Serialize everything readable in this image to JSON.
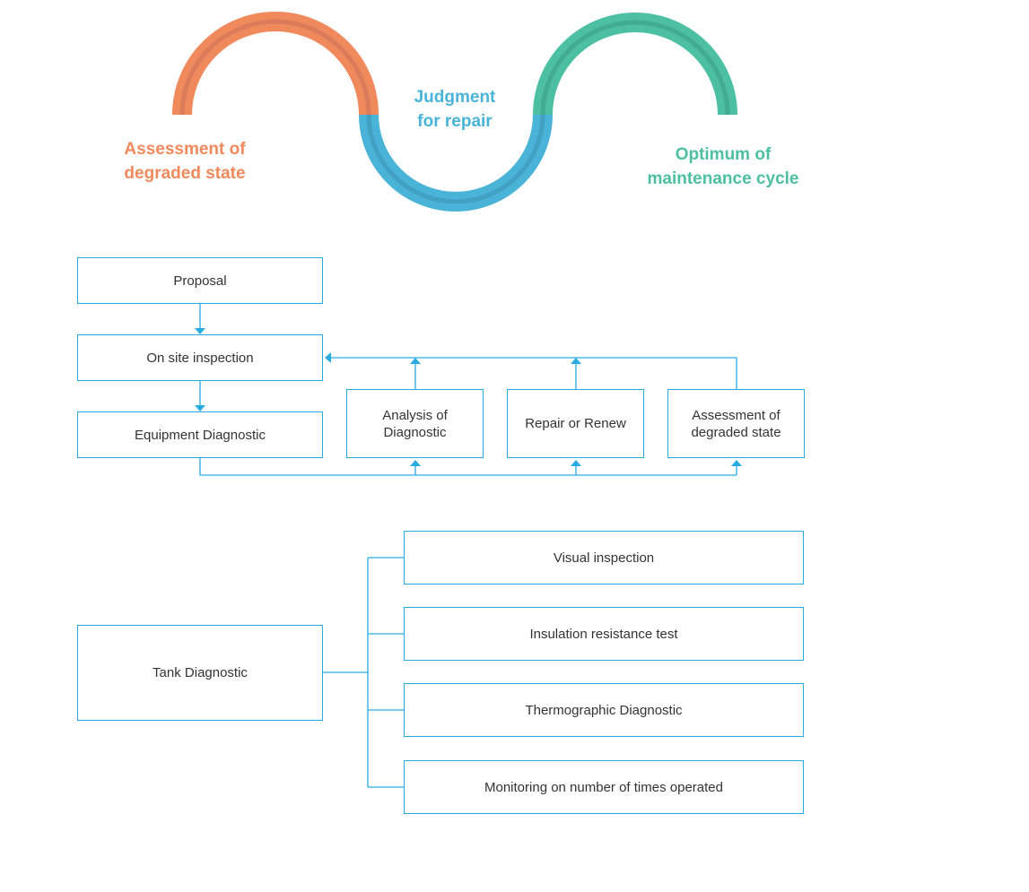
{
  "colors": {
    "orange": "#f08a5d",
    "blue": "#4ab3d8",
    "teal": "#4dbfa2",
    "line": "#29abe2",
    "text": "#333333"
  },
  "wave": {
    "left_label": "Assessment of\ndegraded state",
    "middle_label": "Judgment\nfor repair",
    "right_label": "Optimum of\nmaintenance cycle"
  },
  "flow": {
    "proposal": "Proposal",
    "on_site": "On site inspection",
    "equipment": "Equipment Diagnostic",
    "analysis": "Analysis of\nDiagnostic",
    "repair": "Repair or Renew",
    "assessment": "Assessment of\ndegraded state"
  },
  "tank": {
    "root": "Tank Diagnostic",
    "children": [
      "Visual inspection",
      "Insulation resistance test",
      "Thermographic Diagnostic",
      "Monitoring on number of times operated"
    ]
  }
}
